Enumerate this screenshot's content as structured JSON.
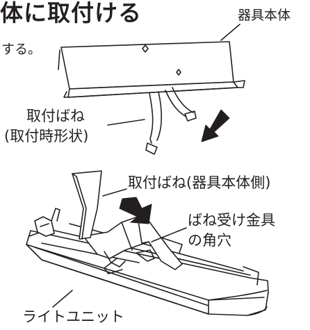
{
  "title": "体に取付ける",
  "fixture_body_label": "器具本体",
  "step_text": "する。",
  "mounting_spring_label_line1": "取付ばね",
  "mounting_spring_label_line2": "(取付時形状)",
  "mounting_spring_fixture_side_label": "取付ばね(器具本体側)",
  "spring_bracket_hole_line1": "ばね受け金具",
  "spring_bracket_hole_line2": "の角穴",
  "light_unit_label": "ライトユニット",
  "colors": {
    "ink": "#231f20",
    "background": "#ffffff"
  }
}
